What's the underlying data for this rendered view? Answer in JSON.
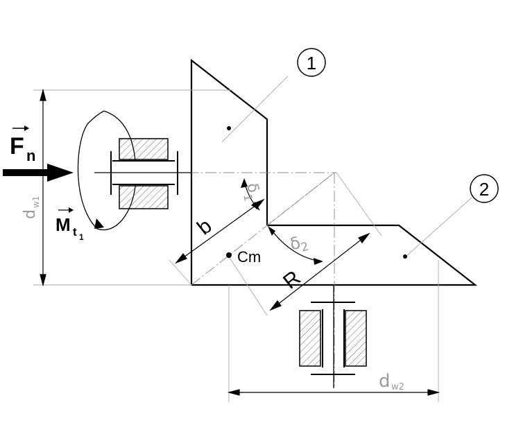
{
  "labels": {
    "force": "F",
    "force_sub": "n",
    "moment": "M",
    "moment_sub": "t",
    "moment_sub2": "1",
    "width": "b",
    "radius": "R",
    "center": "Cm",
    "angle1": "δ",
    "angle1_sub": "1",
    "angle2": "δ",
    "angle2_sub": "2",
    "dia1": "d",
    "dia1_sub": "w1",
    "dia2": "d",
    "dia2_sub": "w2",
    "part1": "1",
    "part2": "2"
  }
}
